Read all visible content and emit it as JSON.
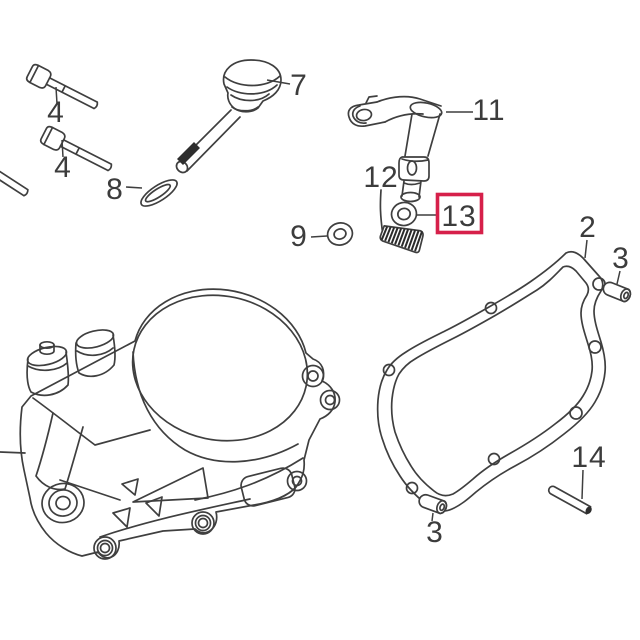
{
  "diagram": {
    "background": "#ffffff",
    "line_color": "#3f3f3f",
    "highlight_color": "#d6204a",
    "highlighted_callout": "13",
    "callouts": {
      "c2": "2",
      "c3_upper": "3",
      "c3_lower": "3",
      "c4_upper": "4",
      "c4_lower": "4",
      "c7": "7",
      "c8": "8",
      "c9": "9",
      "c11": "11",
      "c12": "12",
      "c13": "13",
      "c14": "14"
    }
  }
}
